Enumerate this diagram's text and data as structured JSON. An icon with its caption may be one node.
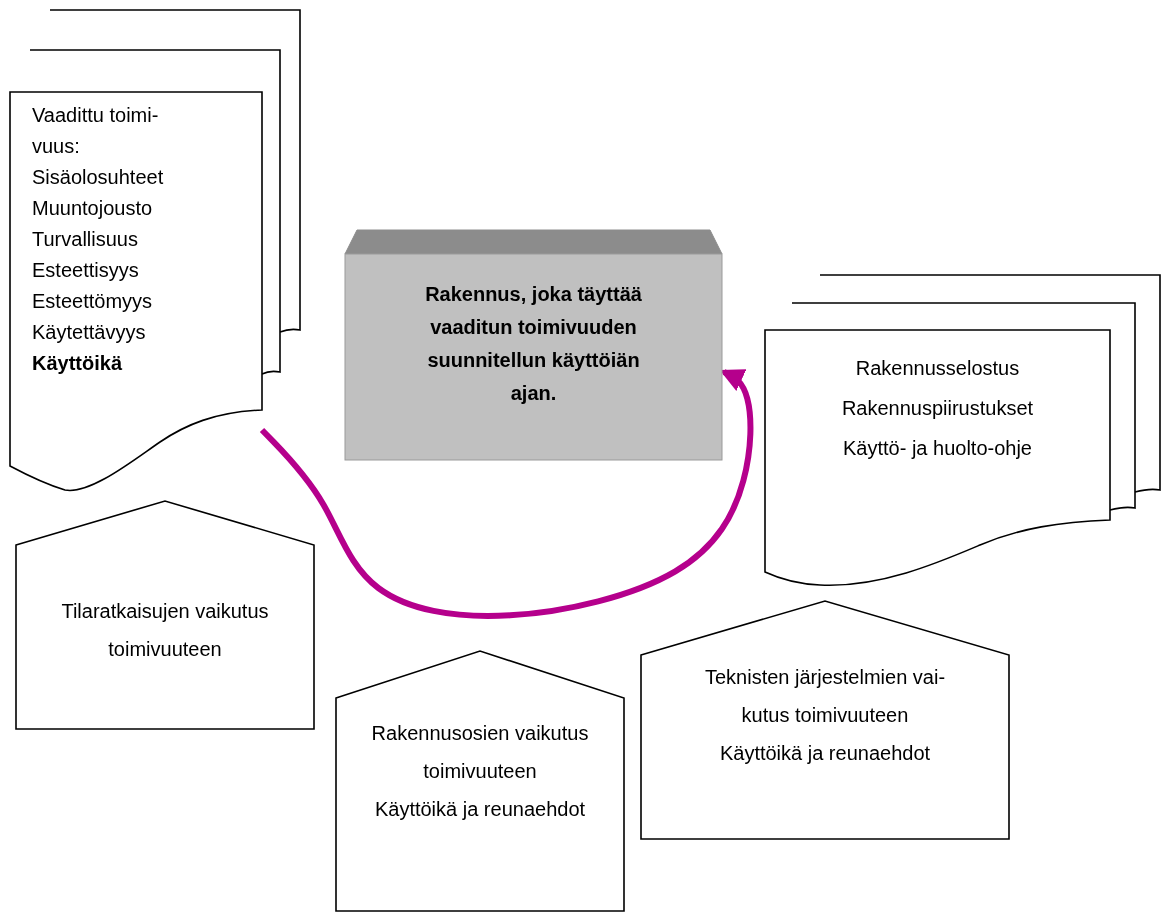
{
  "diagram": {
    "nodes": [
      {
        "text": [
          "Vaadittu toimi- vuus:",
          "Sisäolosuhteet",
          "Muuntojousto",
          "Turvallisuus",
          "Esteettisyys",
          "Esteettömyys",
          "Käytettävyys",
          "**Käyttöikä**"
        ]
      },
      {
        "text": [
          "Rakennus, joka täyttää vaaditun toimivuuden suunnitellun käyttöiän ajan."
        ]
      },
      {
        "text": [
          "Rakennusselostus",
          "Rakennuspiirustukset",
          "Käyttö- ja huolto-ohje"
        ]
      },
      {
        "text": [
          "Tilaratkaisujen vaikutus toimivuuteen"
        ]
      },
      {
        "text": [
          "Teknisten järjestelmien vai- kutus toimivuuteen",
          "Käyttöikä ja reunaehdot"
        ]
      },
      {
        "text": [
          "Rakennusosien vaikutus toimivuuteen",
          "Käyttöikä ja reunaehdot"
        ]
      }
    ],
    "edges": [
      {
        "from": 0,
        "to": 1,
        "arrow": "to",
        "color": "#b5008c"
      }
    ]
  }
}
